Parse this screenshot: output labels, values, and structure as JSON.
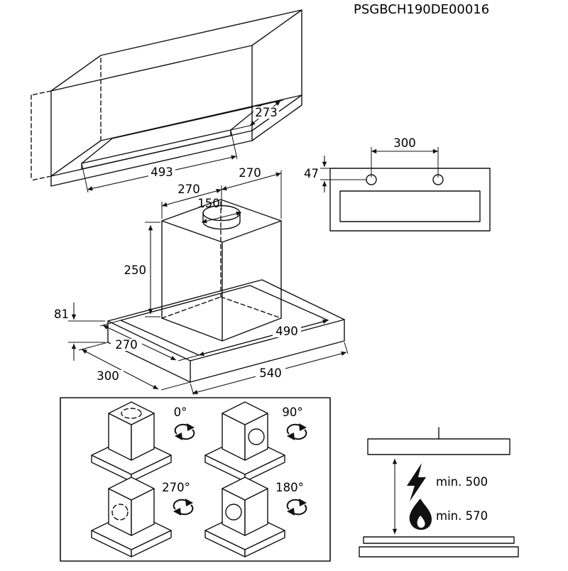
{
  "title": "PSGBCH190DE00016",
  "colors": {
    "line": "#111111",
    "background": "#ffffff"
  },
  "cabinet_cutout": {
    "width": "493",
    "depth": "273"
  },
  "front_view": {
    "hole_spacing": "300",
    "top_offset": "47"
  },
  "hood": {
    "duct_offset_left": "270",
    "duct_offset_right": "270",
    "duct_diameter": "150",
    "chimney_height": "250",
    "body_height": "81",
    "body_depth": "300",
    "inner_depth": "270",
    "inner_width": "490",
    "body_width": "540"
  },
  "rotation_options": {
    "angle_0": "0°",
    "angle_90": "90°",
    "angle_270": "270°",
    "angle_180": "180°"
  },
  "clearance": {
    "electric": "min. 500",
    "gas": "min. 570"
  },
  "icons": {
    "rotate": "circular-arrows",
    "electric": "lightning-bolt",
    "gas": "flame"
  }
}
